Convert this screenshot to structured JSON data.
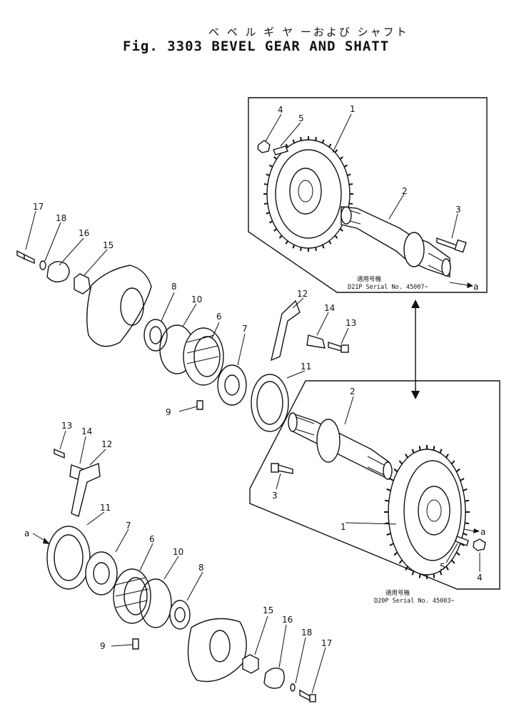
{
  "title_jp": "ベ ベ ル ギ ヤ ーおよび シャフト",
  "title": "Fig. 3303 BEVEL GEAR AND SHATT",
  "upper_box": {
    "applicability": "適用号機",
    "serial": "D21P Serial No. 45007~",
    "arrow_label": "a",
    "labels": [
      "4",
      "5",
      "1",
      "2",
      "3"
    ]
  },
  "lower_box": {
    "applicability": "適用号機",
    "serial": "D20P Serial No. 45003~",
    "arrow_label": "a",
    "labels": [
      "2",
      "3",
      "1",
      "5",
      "4"
    ]
  },
  "left_upper_labels": [
    "17",
    "18",
    "16",
    "15",
    "8",
    "10",
    "6",
    "7",
    "12",
    "14",
    "13",
    "11",
    "9"
  ],
  "left_lower_labels": [
    "13",
    "14",
    "12",
    "11",
    "7",
    "6",
    "10",
    "8",
    "9",
    "15",
    "16",
    "18",
    "17"
  ],
  "arrow_label_left": "a"
}
